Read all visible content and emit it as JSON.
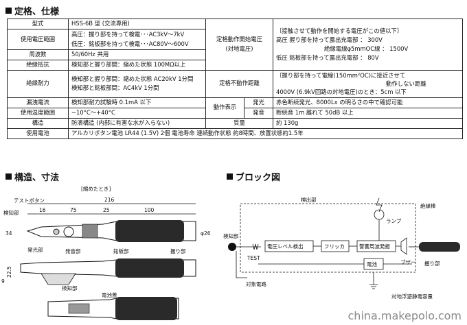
{
  "sections": {
    "spec_title": "定格、仕様",
    "structure_title": "構造、寸法",
    "block_title": "ブロック図"
  },
  "spec": {
    "model_k": "型式",
    "model_v": "HSS-6B 型 (交流専用)",
    "range_k": "使用電圧範囲",
    "range_hi": "高圧：握り部を持って検電･･･AC3kV～7kV",
    "range_lo": "低圧：銘板部を持って検電･･･AC80V～600V",
    "freq_k": "周波数",
    "freq_v": "50/60Hz 共用",
    "ins_k": "絶縁抵抗",
    "ins_v": "検知部と握り部間：縮めた状態 100MΩ以上",
    "dur_k": "絶縁耐力",
    "dur_v1": "検知部と握り部間：縮めた状態 AC20kV 1分間",
    "dur_v2": "検知部と銘板部間：AC4kV 1分間",
    "start_k1": "定格動作開始電圧",
    "start_k2": "(対地電圧)",
    "start_v1": "〔接触させて動作を開始する電圧がこの値以下〕",
    "start_v2": "高圧 握り部を持って露出充電部 ： 300V",
    "start_v3": "絶縁電線φ5mmOC線 ： 1500V",
    "start_v4": "低圧 銘板部を持って露出充電部 ： 80V",
    "nonop_k": "定格不動作距離",
    "nonop_v1": "〔握り部を持って電線(150mm²OC)に接近させて",
    "nonop_v2": "動作しない距離",
    "nonop_v3": "4000V (6.9kV回路の対地電圧)のとき：5cm 以下",
    "leak_k": "漏洩電流",
    "leak_v": "検知部耐力試験時 0.1mA 以下",
    "temp_k": "使用温度範囲",
    "temp_v": "−10°C～+40°C",
    "disp_k": "動作表示",
    "light_k": "発光",
    "light_v": "赤色断続発光、8000Lx の明るさの中で確認可能",
    "sound_k": "発音",
    "sound_v": "断続音 1m 離れて 50dB 以上",
    "struct_k": "構造",
    "struct_v": "防滴構造 (内部に有害な水が入らない)",
    "mass_k": "質量",
    "mass_v": "約 130g",
    "bat_k": "使用電池",
    "bat_v": "アルカリボタン電池 LR44 (1.5V) 2個 電池寿命 連続動作状態 約8時間、放置状態約1.5年"
  },
  "structure": {
    "caption": "[縮めたとき]",
    "test_button": "テストボタン",
    "detector": "検知部",
    "light_part": "発光部",
    "sound_part": "発音部",
    "nameplate": "銘板部",
    "grip": "握り部",
    "battery_cover": "電池蓋",
    "detector2": "検知部",
    "dims": {
      "total": "216",
      "d16": "16",
      "d75": "75",
      "d25": "25",
      "d100": "100",
      "h34": "34",
      "dia26": "φ26",
      "h22": "22.5",
      "h9": "9"
    }
  },
  "block": {
    "detector": "検知部",
    "detector_top": "検出部",
    "lamp": "ランプ",
    "insulating_rod": "絶縁棒",
    "grip": "握り部",
    "buzzer": "ブザー",
    "level": "電圧レベル検出",
    "flicker": "フリッカ",
    "osc": "警響周波発振",
    "test": "TEST",
    "battery": "電池",
    "target": "対象電路",
    "stray": "対地浮遊静電容量"
  },
  "watermark": "china.makepolo.com"
}
